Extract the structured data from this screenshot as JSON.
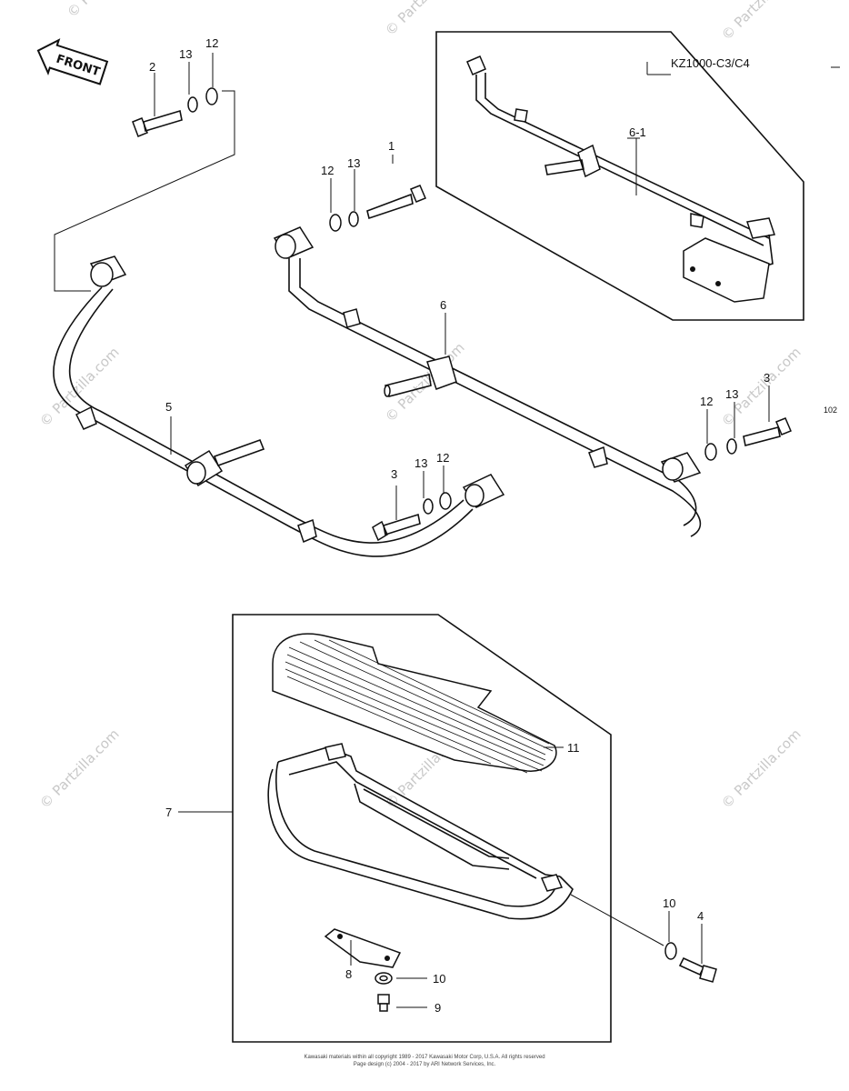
{
  "front_label": "FRONT",
  "variant_label": "KZ1000-C3/C4",
  "figure_code": "102",
  "watermark": "© Partzilla.com",
  "parts": {
    "p1": "1",
    "p2": "2",
    "p3": "3",
    "p4": "4",
    "p5": "5",
    "p6": "6",
    "p6_1": "6-1",
    "p7": "7",
    "p8": "8",
    "p9": "9",
    "p10": "10",
    "p11": "11",
    "p12": "12",
    "p13": "13"
  },
  "footer": {
    "line1": "Kawasaki materials within all copyright 1989 - 2017  Kawasaki Motor Corp, U.S.A. All rights reserved",
    "line2": "Page design (c) 2004 - 2017 by ARI Network Services, Inc."
  }
}
